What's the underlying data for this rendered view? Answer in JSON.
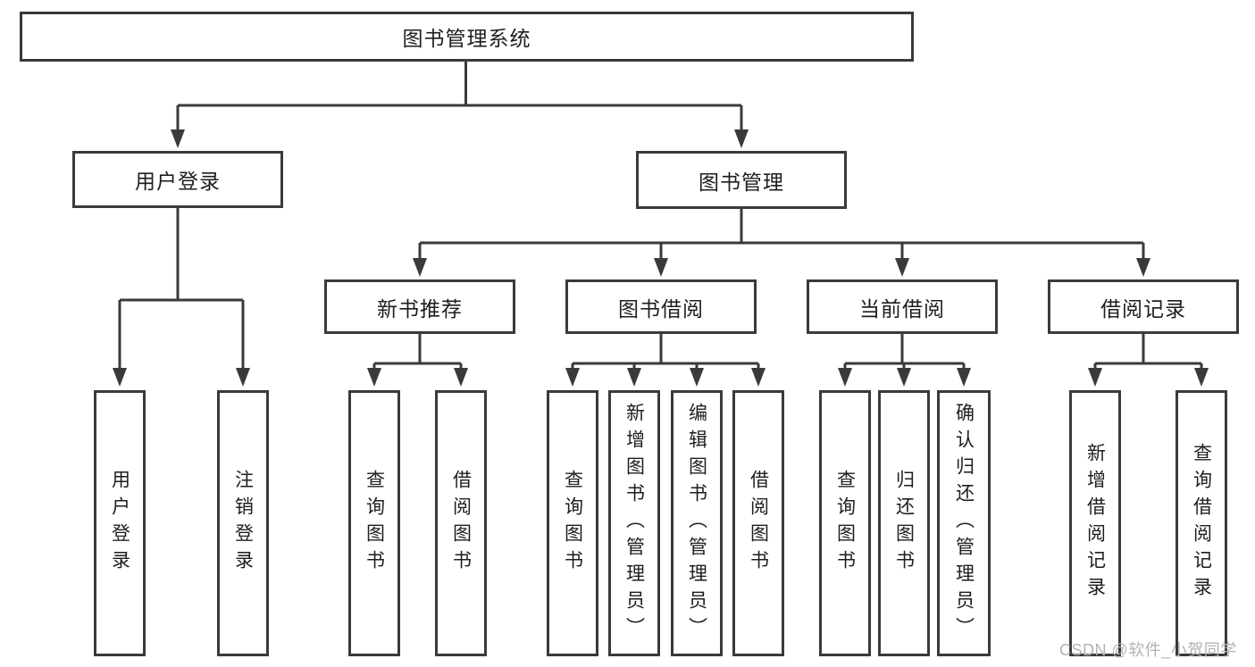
{
  "diagram": {
    "root": {
      "label": "图书管理系统"
    },
    "level2": [
      {
        "label": "用户登录"
      },
      {
        "label": "图书管理"
      }
    ],
    "level3": [
      {
        "label": "新书推荐"
      },
      {
        "label": "图书借阅"
      },
      {
        "label": "当前借阅"
      },
      {
        "label": "借阅记录"
      }
    ],
    "leaves": {
      "login": [
        {
          "label": "用户登录"
        },
        {
          "label": "注销登录"
        }
      ],
      "newbook": [
        {
          "label": "查询图书"
        },
        {
          "label": "借阅图书"
        }
      ],
      "borrow": [
        {
          "label": "查询图书"
        },
        {
          "label": "新增图书（管理员）"
        },
        {
          "label": "编辑图书（管理员）"
        },
        {
          "label": "借阅图书"
        }
      ],
      "current": [
        {
          "label": "查询图书"
        },
        {
          "label": "归还图书"
        },
        {
          "label": "确认归还（管理员）"
        }
      ],
      "records": [
        {
          "label": "新增借阅记录"
        },
        {
          "label": "查询借阅记录"
        }
      ]
    },
    "colors": {
      "line": "#3a3a3a",
      "box_border": "#3a3a3a",
      "box_background": "#ffffff",
      "text": "#1e1e1e",
      "watermark": "#b3b3b3"
    },
    "watermark": "CSDN @软件_小贺同学"
  }
}
